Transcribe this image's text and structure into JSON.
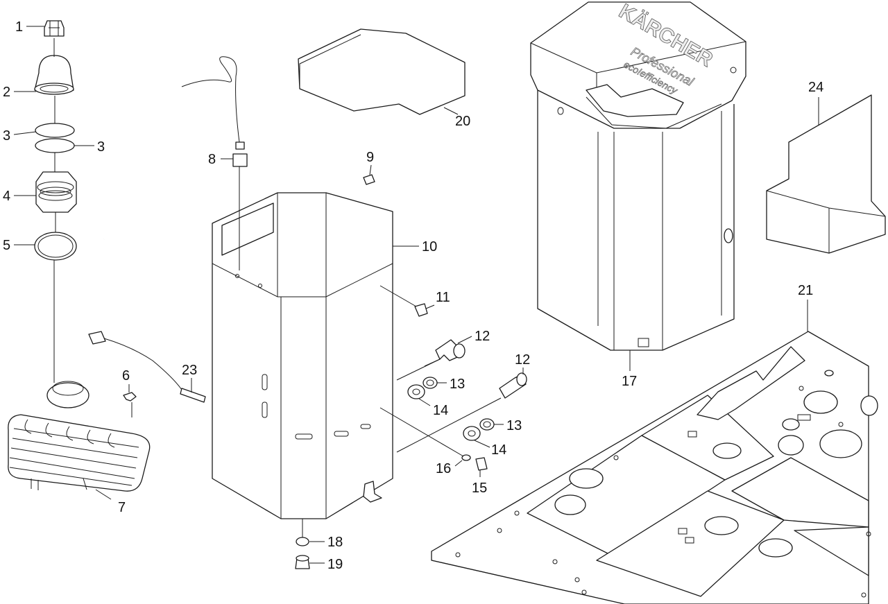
{
  "brand": {
    "name": "KÄRCHER",
    "tagline1": "Professional",
    "tagline2": "eco!efficiency"
  },
  "callouts": {
    "c1": "1",
    "c2": "2",
    "c3a": "3",
    "c3b": "3",
    "c4": "4",
    "c5": "5",
    "c6": "6",
    "c7": "7",
    "c8": "8",
    "c9": "9",
    "c10": "10",
    "c11": "11",
    "c12a": "12",
    "c12b": "12",
    "c13a": "13",
    "c13b": "13",
    "c14a": "14",
    "c14b": "14",
    "c15": "15",
    "c16": "16",
    "c17": "17",
    "c18": "18",
    "c19": "19",
    "c20": "20",
    "c21": "21",
    "c23": "23",
    "c24": "24"
  }
}
